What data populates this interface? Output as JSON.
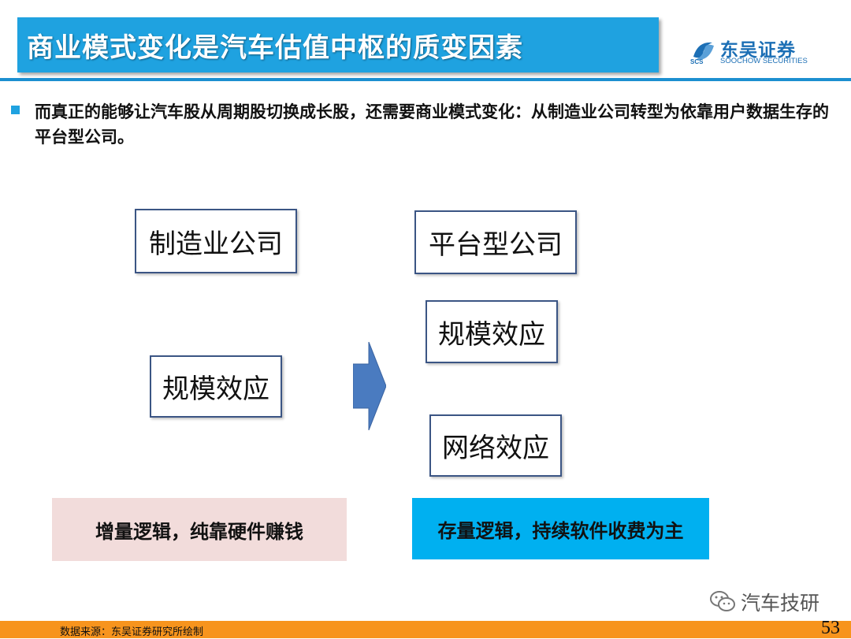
{
  "header": {
    "title": "商业模式变化是汽车估值中枢的质变因素",
    "logo": {
      "name_cn": "东吴证券",
      "name_en": "SOOCHOW SECURITIES",
      "abbr": "SCS"
    }
  },
  "intro": "而真正的能够让汽车股从周期股切换成长股，还需要商业模式变化：从制造业公司转型为依靠用户数据生存的平台型公司。",
  "diagram": {
    "left": {
      "company": "制造业公司",
      "effect": "规模效应"
    },
    "right": {
      "company": "平台型公司",
      "effects": [
        "规模效应",
        "网络效应"
      ]
    },
    "arrow_icon": "right-arrow-icon"
  },
  "bands": {
    "left": "增量逻辑，纯靠硬件赚钱",
    "right": "存量逻辑，持续软件收费为主"
  },
  "watermark": "汽车技研",
  "footer": {
    "source": "数据来源：东吴证券研究所绘制",
    "page": "53"
  },
  "colors": {
    "title_bar": "#1fa2e0",
    "box_border": "#3b5584",
    "arrow": "#4a7bc0",
    "band_left": "#f2dcdb",
    "band_right": "#00b0f0",
    "footer": "#f7941d"
  }
}
